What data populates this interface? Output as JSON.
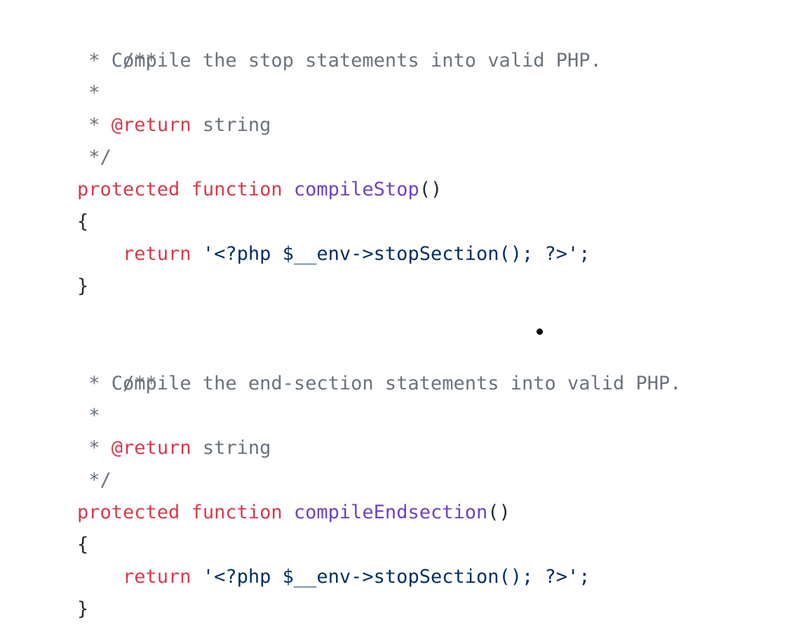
{
  "blocks": [
    {
      "doc_open": "/**",
      "doc_star": "*",
      "doc_summary": " Compile the stop statements into valid PHP.",
      "doc_tag": "@return",
      "doc_type": " string",
      "doc_close": "*/",
      "kw_protected": "protected",
      "kw_function": "function",
      "func_name": "compileStop",
      "parens": "()",
      "brace_open": "{",
      "kw_return": "return",
      "return_value": "'<?php $__env->stopSection(); ?>';",
      "brace_close": "}"
    },
    {
      "doc_open": "/**",
      "doc_star": "*",
      "doc_summary": " Compile the end-section statements into valid PHP.",
      "doc_tag": "@return",
      "doc_type": " string",
      "doc_close": "*/",
      "kw_protected": "protected",
      "kw_function": "function",
      "func_name": "compileEndsection",
      "parens": "()",
      "brace_open": "{",
      "kw_return": "return",
      "return_value": "'<?php $__env->stopSection(); ?>';",
      "brace_close": "}"
    }
  ],
  "colors": {
    "comment": "#6a737d",
    "keyword": "#d73a49",
    "function_name": "#6f42c1",
    "string": "#032f62",
    "plain": "#24292e"
  }
}
